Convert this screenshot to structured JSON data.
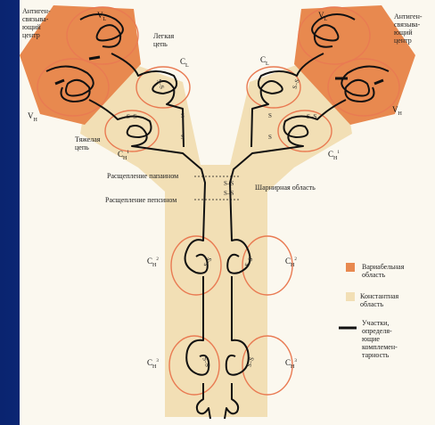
{
  "colors": {
    "variable": "#e8894f",
    "constant": "#f2dfb5",
    "loop_outline": "#e97a52",
    "chain": "#111111",
    "frame": "#0d2a7a"
  },
  "labels": {
    "antigen_left": "Антиген-\nсвязыва-\nющий\nцентр",
    "antigen_right": "Антиген-\nсвязыва-\nющий\nцентр",
    "light_chain": "Легкая\nцепь",
    "heavy_chain": "Тяжелая\nцепь",
    "papain": "Расщепление папаином",
    "pepsin": "Расщепление пепсином",
    "hinge": "Шарнирная область"
  },
  "domains": {
    "vl": {
      "main": "V",
      "sub": "L"
    },
    "vh": {
      "main": "V",
      "sub": "H"
    },
    "cl": {
      "main": "C",
      "sub": "L"
    },
    "ch1": {
      "main": "C",
      "sub": "H",
      "sup": "1"
    },
    "ch2": {
      "main": "C",
      "sub": "H",
      "sup": "2"
    },
    "ch3": {
      "main": "C",
      "sub": "H",
      "sup": "3"
    }
  },
  "disulfide": {
    "bond": "S–S",
    "s": "S"
  },
  "legend": {
    "variable": "Вариабельная\nобласть",
    "constant": "Константная\nобласть",
    "cdr": "Участки,\nопределя-\nющие\nкомплемен-\nтарность"
  }
}
